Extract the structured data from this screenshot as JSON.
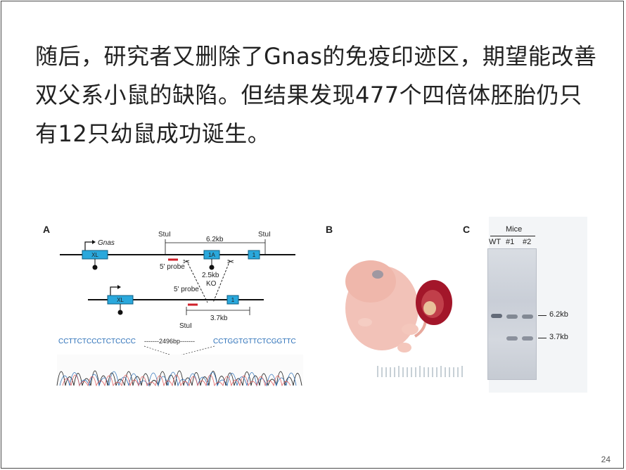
{
  "slide": {
    "body_text": "随后，研究者又删除了Gnas的免疫印迹区，期望能改善双父系小鼠的缺陷。但结果发现477个四倍体胚胎仍只有12只幼鼠成功诞生。",
    "page_number": "24"
  },
  "figure": {
    "panel_labels": {
      "a": "A",
      "b": "B",
      "c": "C"
    },
    "panel_a": {
      "gene": "Gnas",
      "exon_xl": "XL",
      "exon_1a": "1A",
      "exon_1": "1",
      "stul_left": "StuI",
      "stul_right": "StuI",
      "stul_bottom": "StuI",
      "size_top": "6.2kb",
      "size_bottom": "3.7kb",
      "probe_top": "5' probe",
      "probe_bottom": "5' probe",
      "deletion_size": "2.5kb",
      "deletion_label": "KO",
      "sequence_left": "CCTTCTCCCTCTCCCC",
      "sequence_mid": "-------2496bp-------",
      "sequence_right": "CCTGGTGTTCTCGGTTC"
    },
    "panel_c": {
      "header": "Mice",
      "lanes": [
        "WT",
        "#1",
        "#2"
      ],
      "marker_upper": "6.2kb",
      "marker_lower": "3.7kb"
    }
  },
  "colors": {
    "exon_fill": "#2aa8dc",
    "probe_red": "#d0202a",
    "text": "#222222",
    "frame": "#4a4a4a"
  }
}
